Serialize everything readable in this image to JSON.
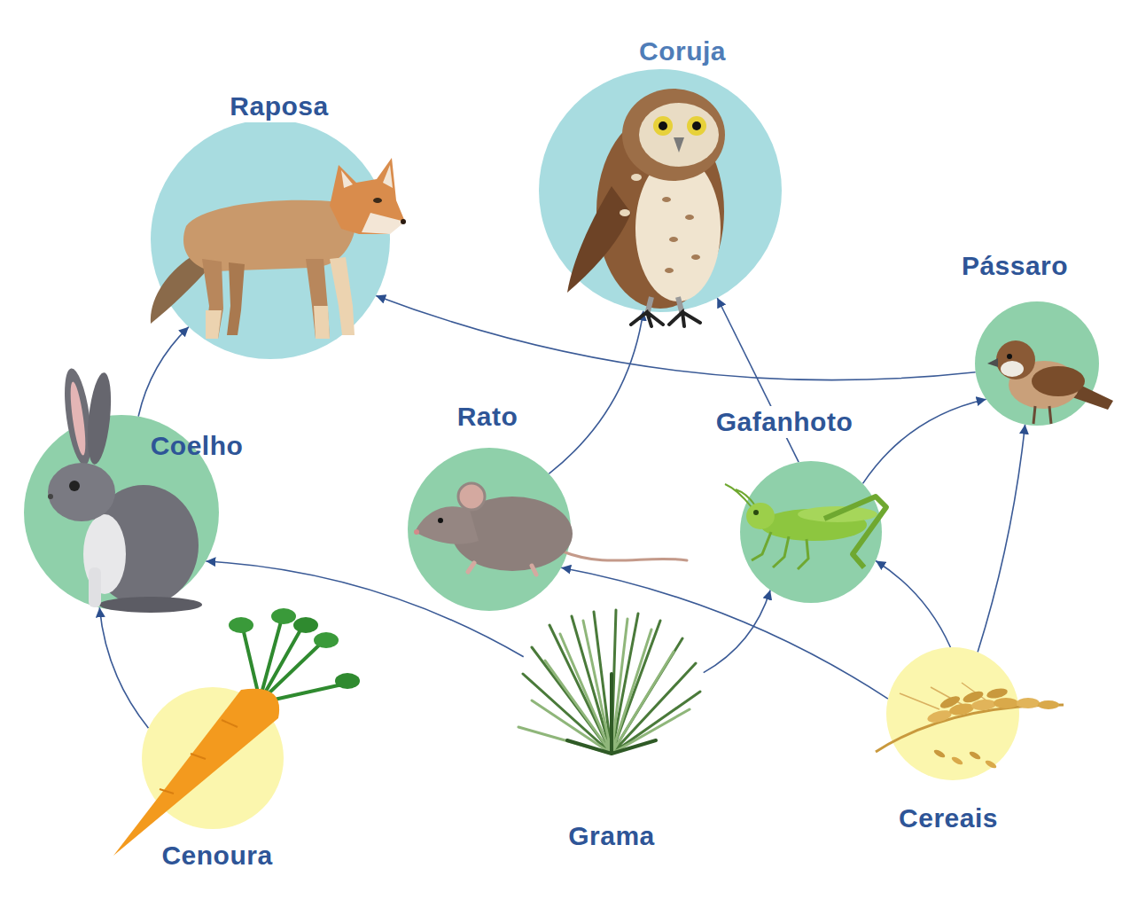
{
  "diagram": {
    "nodes": [
      {
        "text": [
          "Raposa"
        ]
      },
      {
        "text": [
          "Coruja"
        ]
      },
      {
        "text": [
          "Pássaro"
        ]
      },
      {
        "text": [
          "Coelho"
        ]
      },
      {
        "text": [
          "Rato"
        ]
      },
      {
        "text": [
          "Gafanhoto"
        ]
      },
      {
        "text": [
          "Cenoura"
        ]
      },
      {
        "text": [
          "Grama"
        ]
      },
      {
        "text": [
          "Cereais"
        ]
      }
    ],
    "edges": [
      {
        "from": 3,
        "to": 0,
        "arrow": "to"
      },
      {
        "from": 2,
        "to": 0,
        "arrow": "to"
      },
      {
        "from": 4,
        "to": 1,
        "arrow": "to"
      },
      {
        "from": 5,
        "to": 1,
        "arrow": "to"
      },
      {
        "from": 5,
        "to": 2,
        "arrow": "to"
      },
      {
        "from": 8,
        "to": 2,
        "arrow": "to"
      },
      {
        "from": 6,
        "to": 3,
        "arrow": "to"
      },
      {
        "from": 7,
        "to": 3,
        "arrow": "to"
      },
      {
        "from": 7,
        "to": 5,
        "arrow": "to"
      },
      {
        "from": 8,
        "to": 4,
        "arrow": "to"
      },
      {
        "from": 8,
        "to": 5,
        "arrow": "to"
      }
    ]
  }
}
